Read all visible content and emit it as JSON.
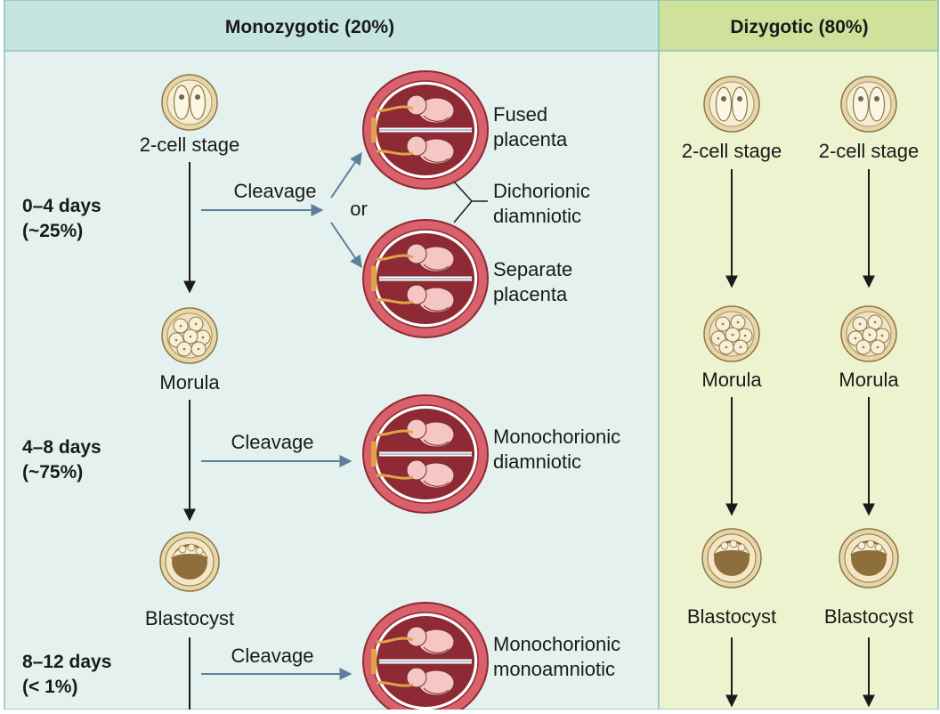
{
  "header": {
    "monozygotic": "Monozygotic (20%)",
    "dizygotic": "Dizygotic (80%)"
  },
  "mono": {
    "stage_2cell": "2-cell stage",
    "stage_morula": "Morula",
    "stage_blastocyst": "Blastocyst",
    "period1": {
      "days": "0–4 days",
      "pct": "(~25%)"
    },
    "period2": {
      "days": "4–8 days",
      "pct": "(~75%)"
    },
    "period3": {
      "days": "8–12 days",
      "pct": "(< 1%)"
    },
    "cleavage": "Cleavage",
    "or": "or",
    "fused": {
      "line1": "Fused",
      "line2": "placenta"
    },
    "dichorionic": {
      "line1": "Dichorionic",
      "line2": "diamniotic"
    },
    "separate": {
      "line1": "Separate",
      "line2": "placenta"
    },
    "monodi": {
      "line1": "Monochorionic",
      "line2": "diamniotic"
    },
    "monomono": {
      "line1": "Monochorionic",
      "line2": "monoamniotic"
    }
  },
  "di": {
    "stage_2cell": "2-cell stage",
    "stage_morula": "Morula",
    "stage_blastocyst": "Blastocyst"
  },
  "colors": {
    "mono_bg": "#e4f1ef",
    "mono_header": "#c6e5e0",
    "di_bg": "#eef3cf",
    "di_header": "#cfe19a",
    "border": "#8cc4b9",
    "arrow_blue": "#5d7f9c",
    "uterus": "#c94a55",
    "uterus_inner": "#8e2a33"
  }
}
